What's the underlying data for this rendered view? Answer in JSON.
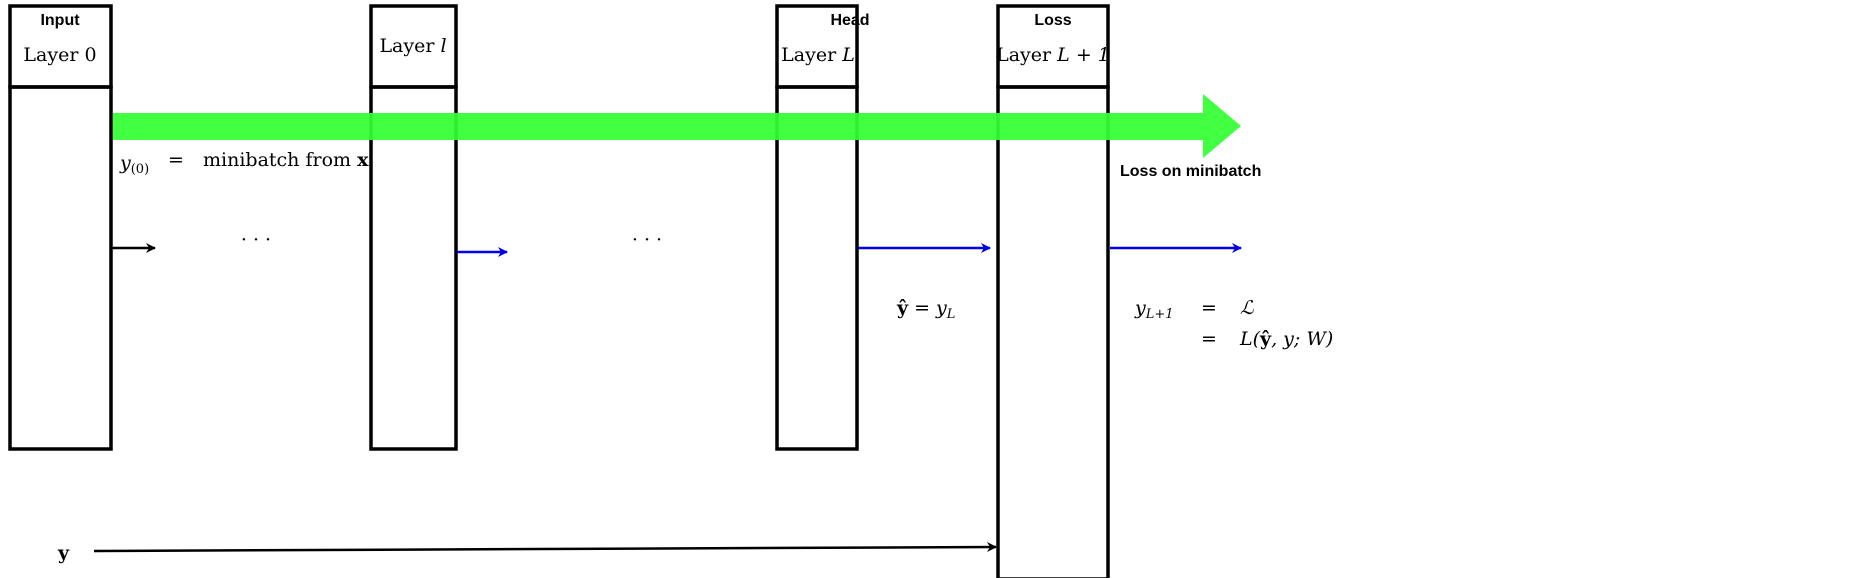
{
  "layers": [
    {
      "header": "Input",
      "title": "Layer ",
      "var": "0",
      "var_italic": false
    },
    {
      "header": "",
      "title": "Layer ",
      "var": "l",
      "var_italic": true
    },
    {
      "header": "Head",
      "title": "Layer ",
      "var": "L",
      "var_italic": true
    },
    {
      "header": "Loss",
      "title": "Layer ",
      "var": "L + 1",
      "var_italic": true
    }
  ],
  "input_eq": {
    "y": "y",
    "sub": "(0)",
    "eq": "=",
    "rhs": "minibatch from ",
    "x": "x"
  },
  "ellipsis": "· · ·",
  "yhat_eq": {
    "yhat": "ŷ",
    "eq": " = ",
    "y": "y",
    "sub": "L"
  },
  "loss_eq": {
    "y": "y",
    "sub": "L+1",
    "eq1": "=",
    "rhs1": "ℒ",
    "eq2": "=",
    "rhs2_a": "L(",
    "rhs2_yhat": "ŷ",
    "rhs2_b": ", y; W)"
  },
  "loss_label": "Loss on minibatch",
  "target_label": "y",
  "colors": {
    "forward_band": "#33ff33",
    "flow_arrow": "#0000ee",
    "plain_arrow": "#000000",
    "box_stroke": "#000000"
  }
}
